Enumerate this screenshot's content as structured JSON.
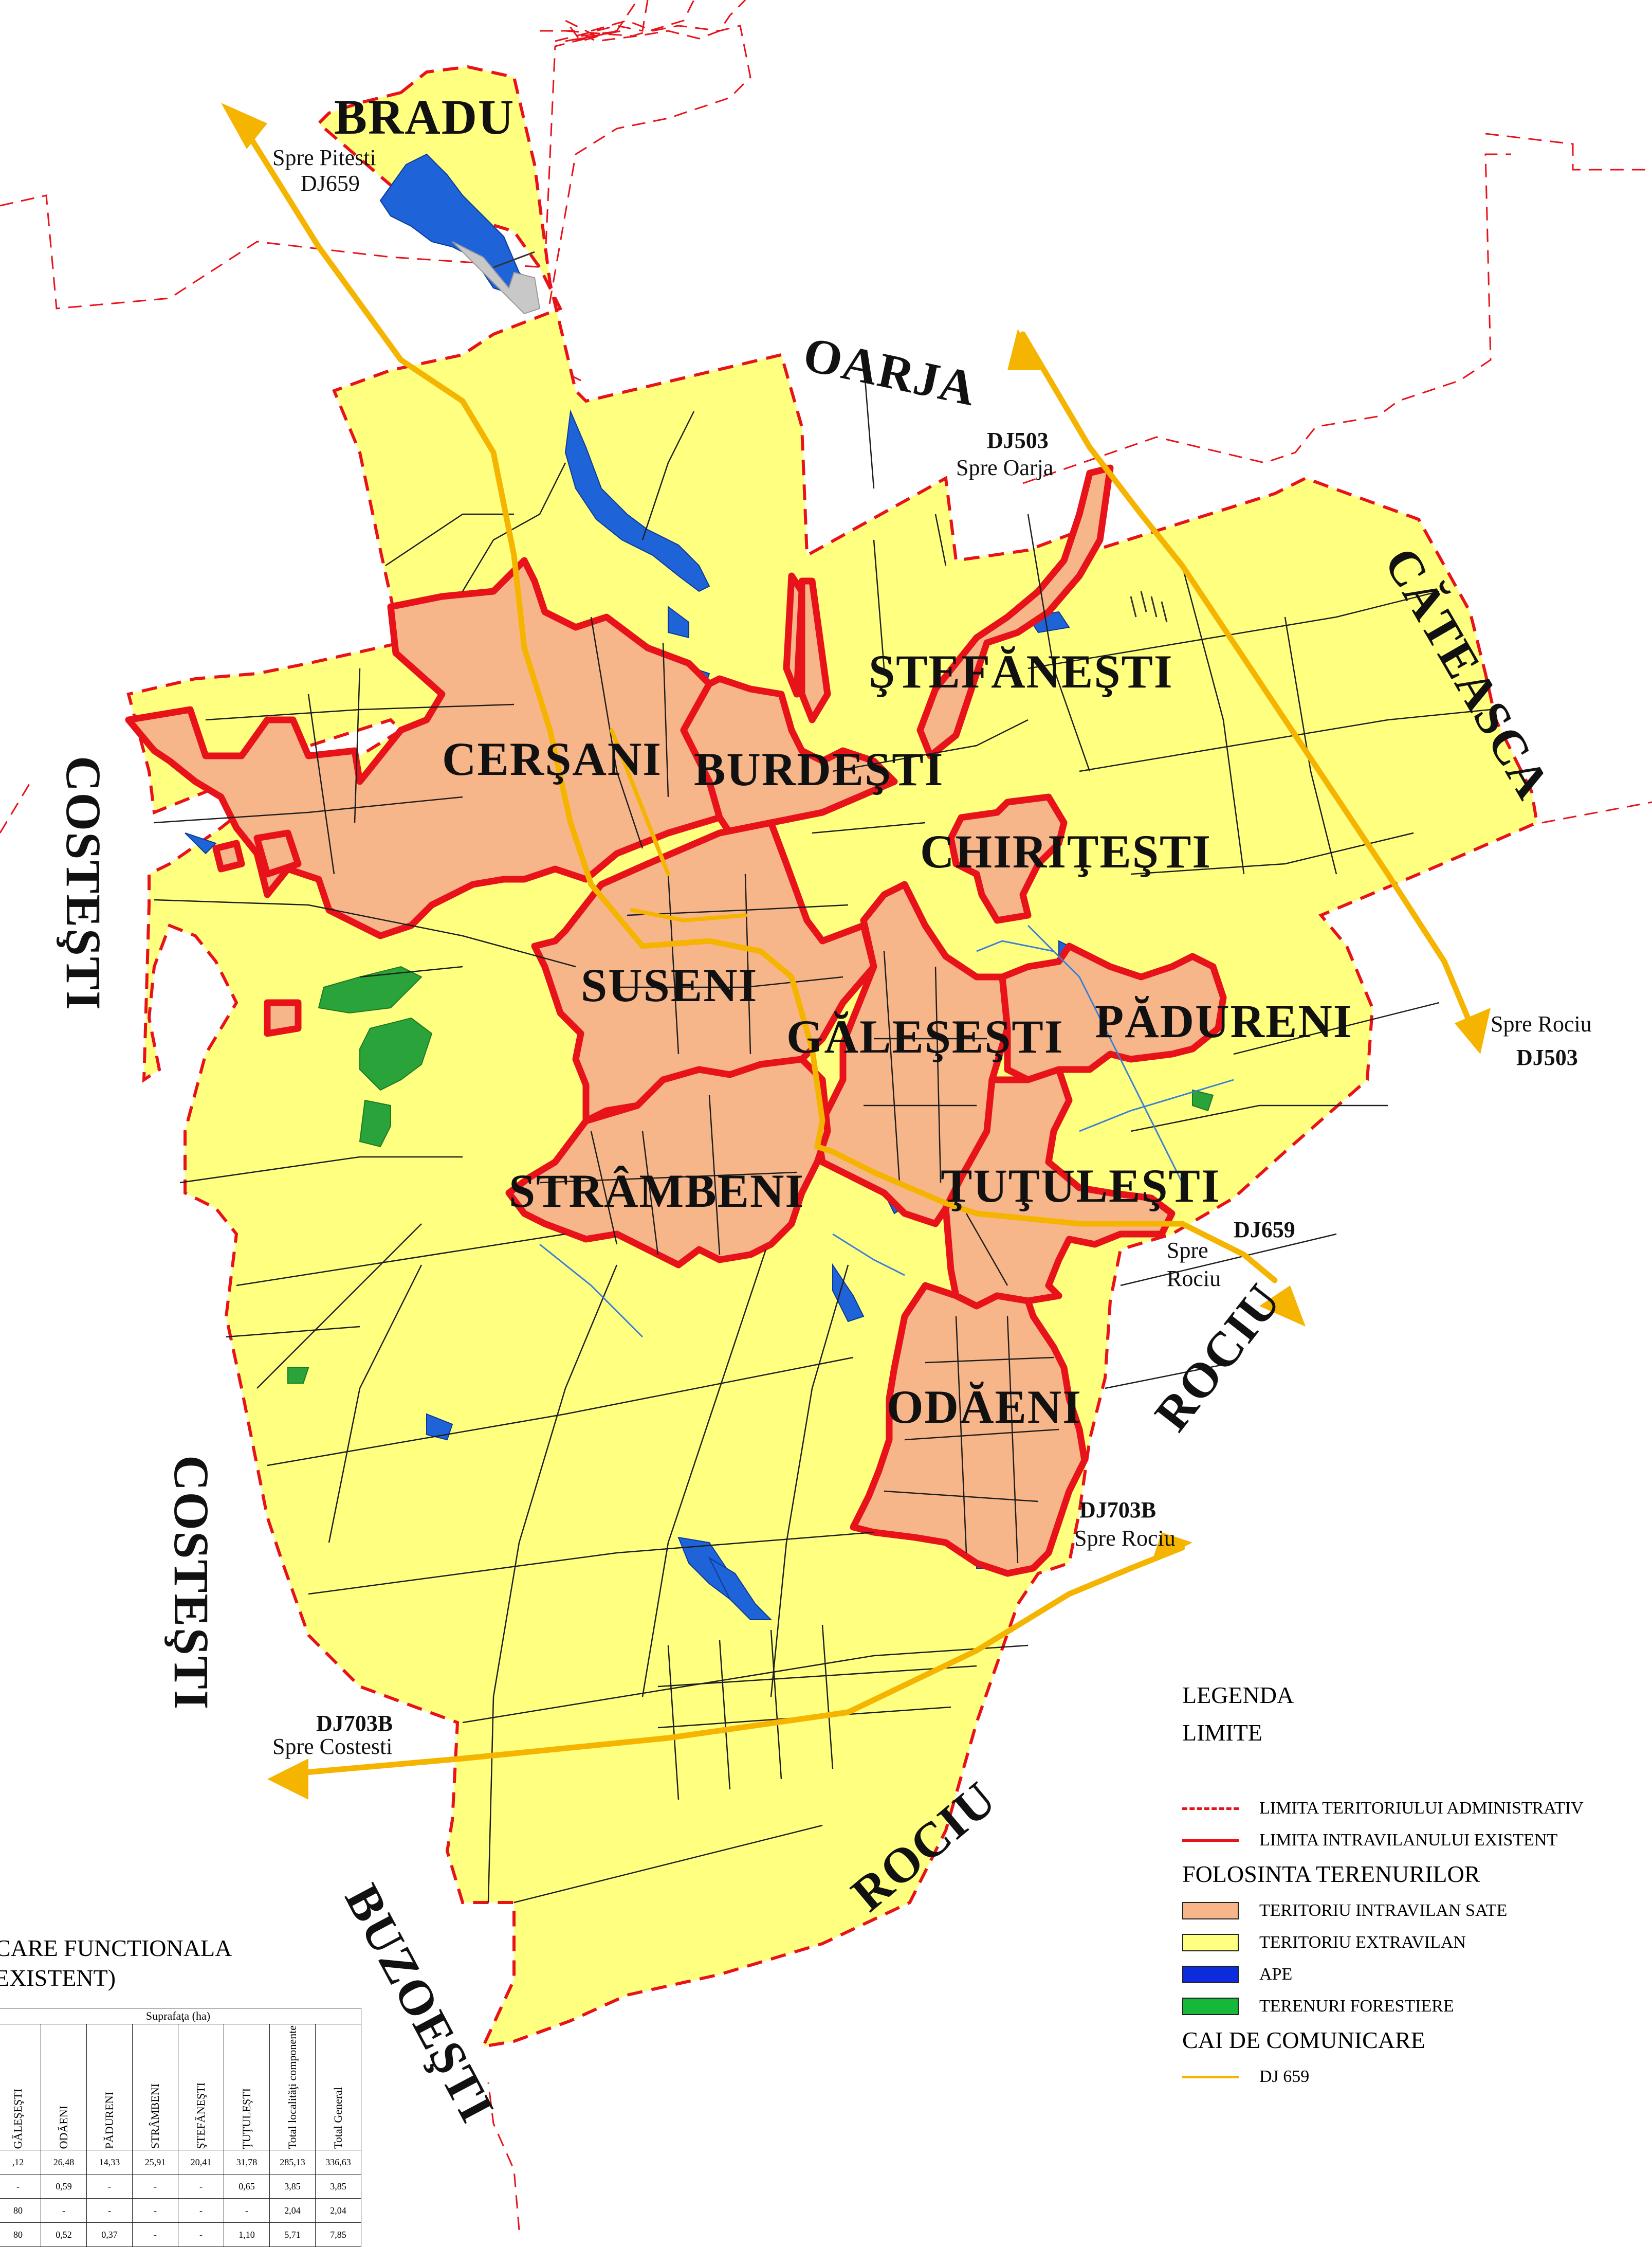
{
  "neighbors": {
    "bradu": "BRADU",
    "oarja": "OARJA",
    "cateasca": "CĂTEASCA",
    "costesti_west": "COSTEŞTI",
    "costesti_south": "COSTEŞTI",
    "rociu_east": "ROCIU",
    "rociu_south": "ROCIU",
    "buzoesti": "BUZOEŞTI"
  },
  "villages": {
    "cersani": "CERŞANI",
    "burdesti": "BURDEŞTI",
    "stefanesti": "ŞTEFĂNEŞTI",
    "chiritesti": "CHIRIŢEŞTI",
    "suseni": "SUSENI",
    "galesesti": "GĂLEŞEŞTI",
    "padureni": "PĂDURENI",
    "strambeni": "STRÂMBENI",
    "tutulesti": "ŢUŢULEŞTI",
    "odaeni": "ODĂENI"
  },
  "roads": {
    "pitesti_dir": "Spre Pitesti",
    "pitesti_road": "DJ659",
    "oarja_road": "DJ503",
    "oarja_dir": "Spre Oarja",
    "rociu_dir_1": "Spre Rociu",
    "rociu_road_1": "DJ503",
    "rociu_road_2": "DJ659",
    "rociu_dir_2a": "Spre",
    "rociu_dir_2b": "Rociu",
    "rociu_road_3": "DJ703B",
    "rociu_dir_3": "Spre Rociu",
    "costesti_road": "DJ703B",
    "costesti_dir": "Spre Costesti"
  },
  "legend": {
    "title": "LEGENDA",
    "section_limits": "LIMITE",
    "limit_admin": "LIMITA TERITORIULUI ADMINISTRATIV",
    "limit_intravilan": "LIMITA INTRAVILANULUI EXISTENT",
    "section_landuse": "FOLOSINTA TERENURILOR",
    "intravilan": "TERITORIU INTRAVILAN SATE",
    "extravilan": "TERITORIU EXTRAVILAN",
    "water": "APE",
    "forest": "TERENURI FORESTIERE",
    "section_roads": "CAI DE COMUNICARE",
    "dj659": "DJ 659"
  },
  "colors": {
    "extravilan": "#ffff80",
    "intravilan": "#f7b68a",
    "water": "#1f63d8",
    "forest": "#2aa33a",
    "road": "#f5b400",
    "intravilan_border": "#e8121a",
    "admin_border": "#e8121a"
  },
  "table": {
    "title_line1": "CARE FUNCTIONALA",
    "title_line2": "EXISTENT)",
    "group_header": "Suprafaţa (ha)",
    "columns": [
      "GĂLEŞEŞTI",
      "ODĂENI",
      "PĂDURENI",
      "STRÂMBENI",
      "ŞTEFĂNEŞTI",
      "ŢUŢULEŞTI",
      "Total localităţi componente",
      "Total General"
    ],
    "rows": [
      [
        ",12",
        "26,48",
        "14,33",
        "25,91",
        "20,41",
        "31,78",
        "285,13",
        "336,63"
      ],
      [
        "-",
        "0,59",
        "-",
        "-",
        "-",
        "0,65",
        "3,85",
        "3,85"
      ],
      [
        "80",
        "-",
        "-",
        "-",
        "-",
        "-",
        "2,04",
        "2,04"
      ],
      [
        "80",
        "0,52",
        "0,37",
        "-",
        "-",
        "1,10",
        "5,71",
        "7,85"
      ]
    ]
  }
}
